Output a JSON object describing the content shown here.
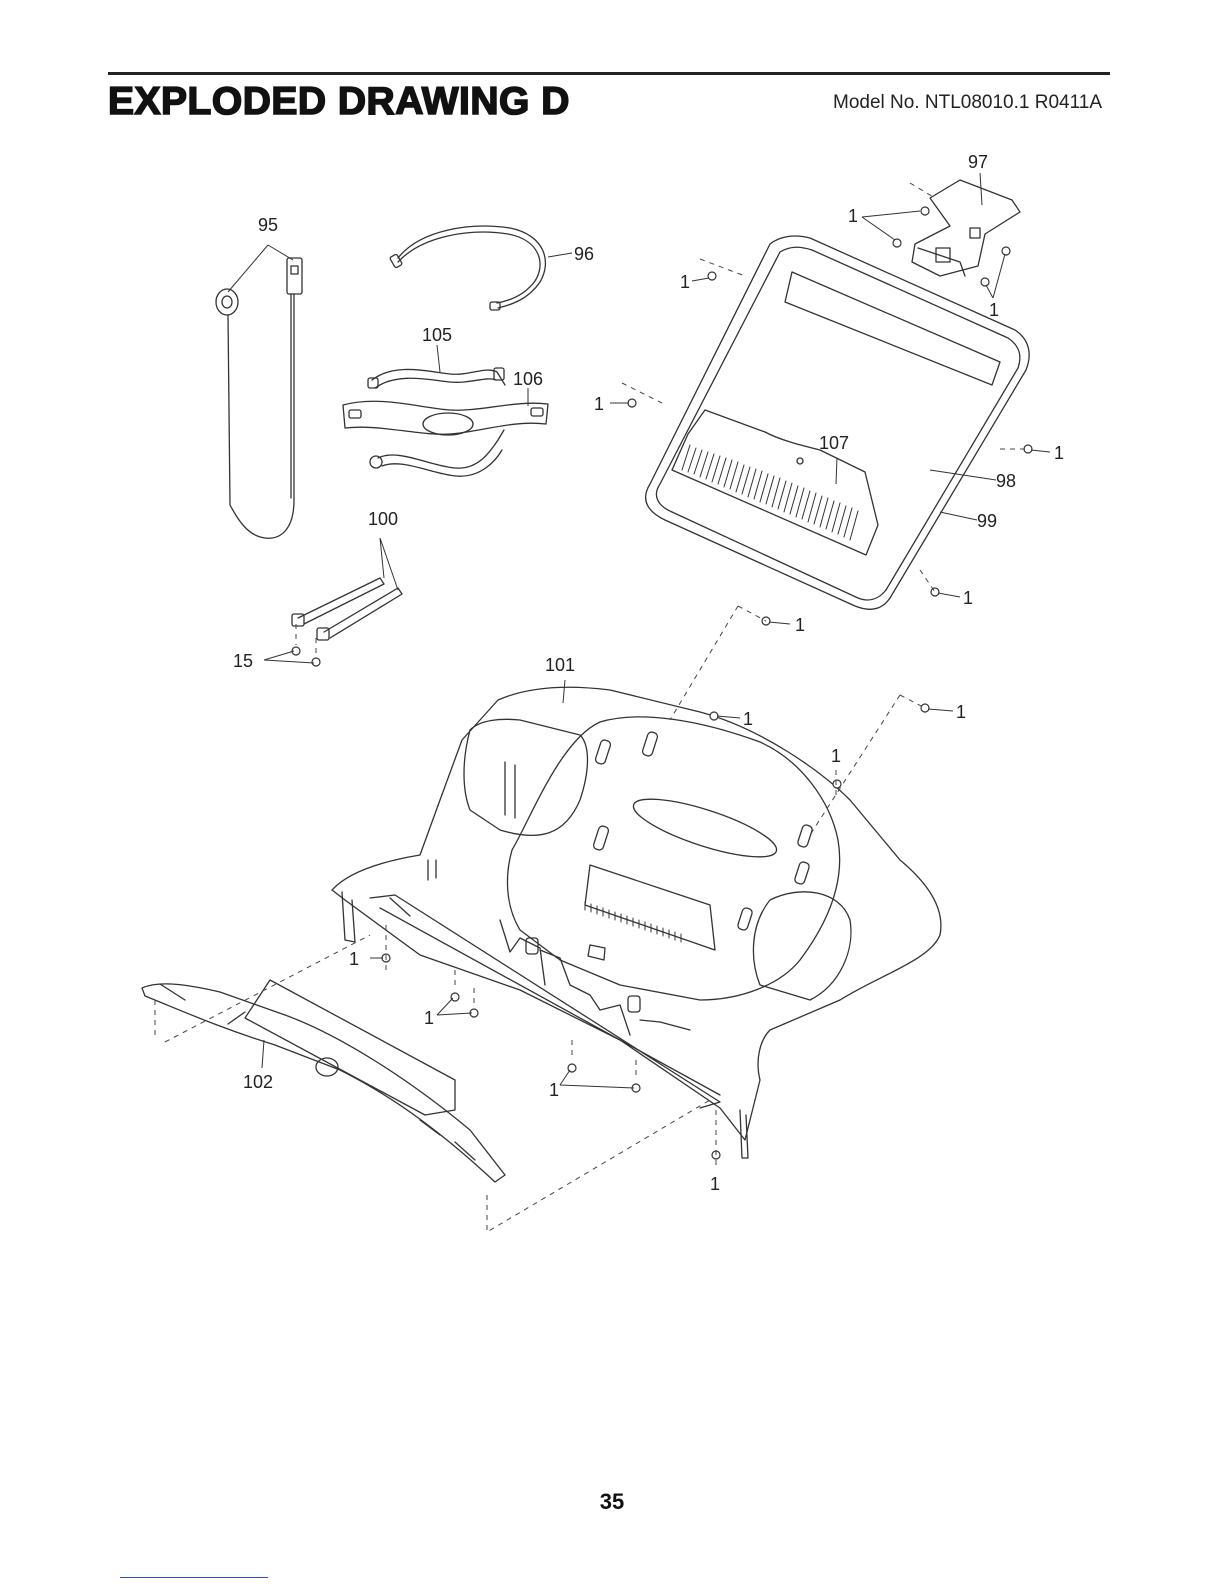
{
  "header": {
    "title": "EXPLODED DRAWING D",
    "model": "Model No. NTL08010.1 R0411A"
  },
  "footer": {
    "page_number": "35"
  },
  "callouts": {
    "c95": "95",
    "c96": "96",
    "c97": "97",
    "c98": "98",
    "c99": "99",
    "c100": "100",
    "c101": "101",
    "c102": "102",
    "c105": "105",
    "c106": "106",
    "c107": "107",
    "c15": "15",
    "screw": "1"
  }
}
